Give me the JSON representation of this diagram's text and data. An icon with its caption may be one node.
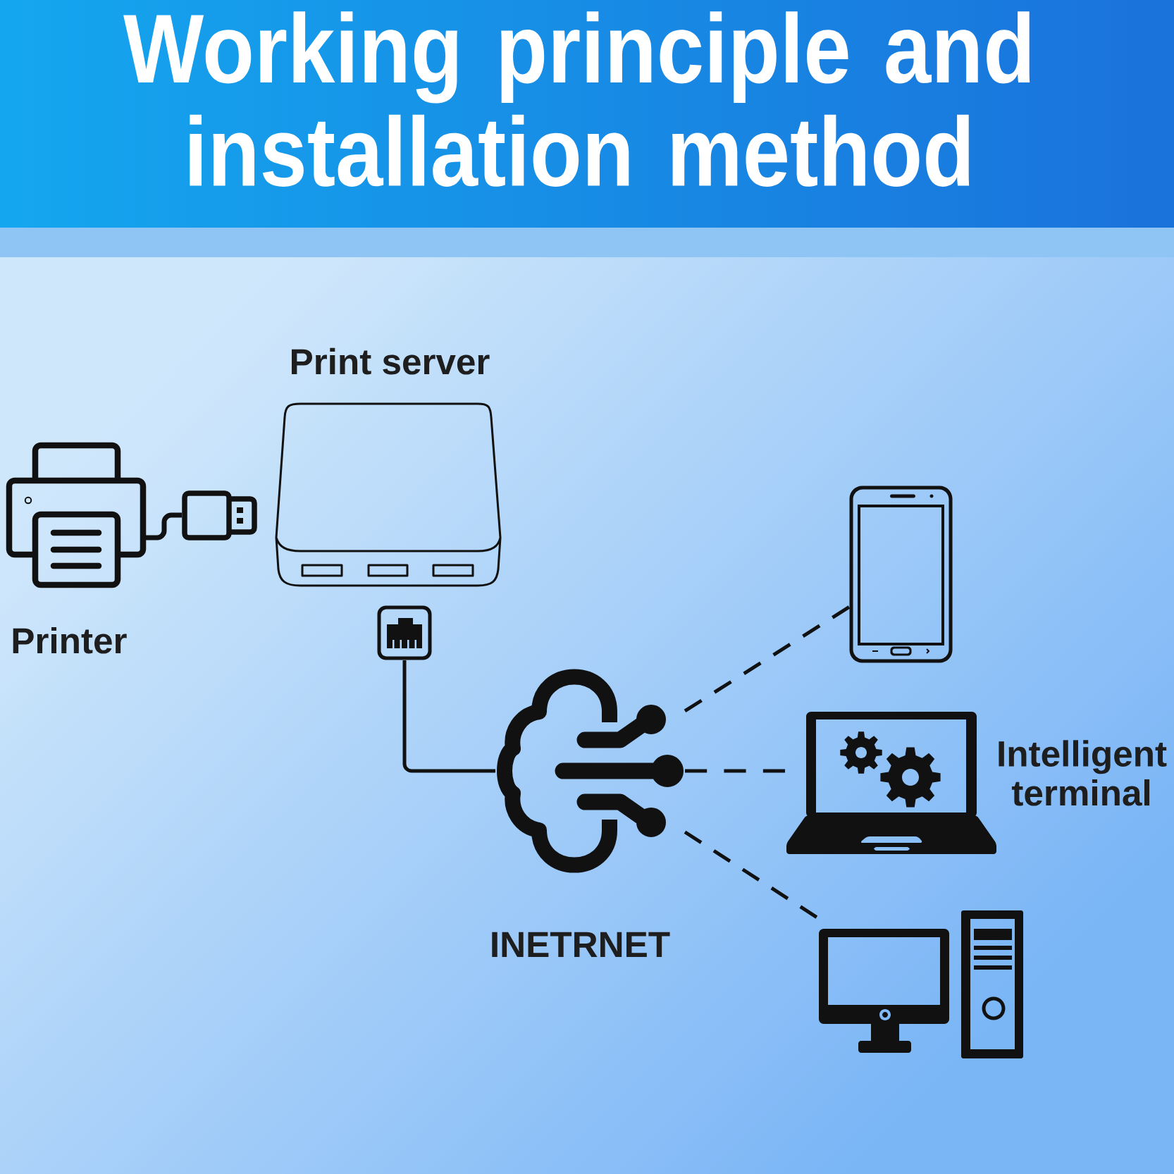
{
  "diagram": {
    "title": "Working principle and installation method",
    "nodes": [
      {
        "text": [
          "Printer"
        ]
      },
      {
        "text": [],
        "shape": "picture"
      },
      {
        "text": [
          "Print server"
        ]
      },
      {
        "text": [],
        "shape": "picture"
      },
      {
        "text": [
          "INETRNET"
        ]
      },
      {
        "text": [],
        "shape": "picture"
      },
      {
        "text": [],
        "shape": "picture"
      },
      {
        "text": [],
        "shape": "picture"
      }
    ],
    "edges": [
      {
        "from": 0,
        "to": 1,
        "arrow": "none"
      },
      {
        "from": 3,
        "to": 4,
        "arrow": "none"
      },
      {
        "from": 4,
        "to": 5,
        "arrow": "none",
        "style": "dashed"
      },
      {
        "from": 4,
        "to": 6,
        "arrow": "none",
        "style": "dashed"
      },
      {
        "from": 4,
        "to": 7,
        "arrow": "none",
        "style": "dashed"
      }
    ],
    "labels": [
      "Intelligent terminal"
    ]
  }
}
